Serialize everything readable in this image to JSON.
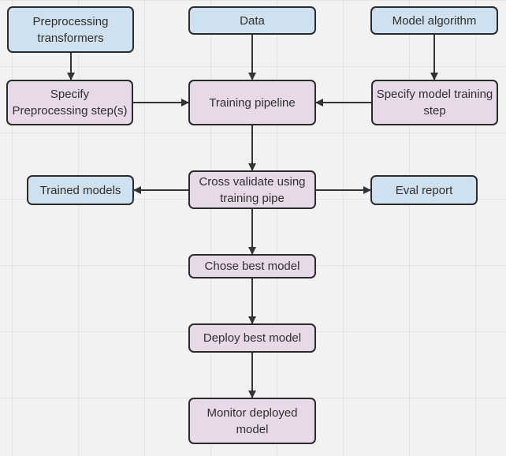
{
  "nodes": {
    "preprocessing_transformers": "Preprocessing transformers",
    "data": "Data",
    "model_algorithm": "Model algorithm",
    "specify_preprocessing": "Specify Preprocessing step(s)",
    "training_pipeline": "Training pipeline",
    "specify_model_training": "Specify model training step",
    "trained_models": "Trained models",
    "cross_validate": "Cross validate using training pipe",
    "eval_report": "Eval report",
    "chose_best_model": "Chose best model",
    "deploy_best_model": "Deploy best model",
    "monitor_deployed_model": "Monitor deployed model"
  },
  "colors": {
    "input_node": "#cfe0ee",
    "process_node": "#e8d9e9",
    "border": "#2b2b2b",
    "arrow": "#333333",
    "background": "#f2f2f2",
    "grid": "#e3e3e3"
  }
}
